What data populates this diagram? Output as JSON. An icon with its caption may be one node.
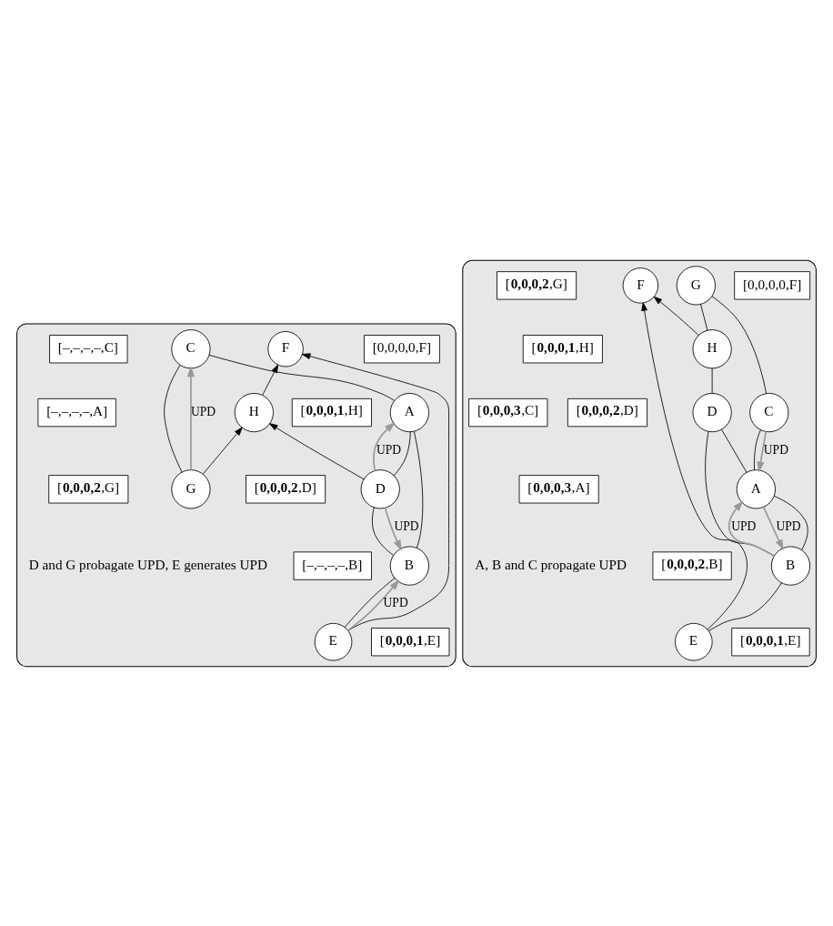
{
  "diagram": {
    "nodes": [
      {
        "text": [],
        "shape": "cloud"
      },
      {
        "text": [
          "[0,0,0,0,F]"
        ],
        "in": 0
      },
      {
        "text": [
          "F"
        ],
        "in": 0
      },
      {
        "text": [
          "[**0,0,0,1**,E]"
        ],
        "in": 0
      },
      {
        "text": [
          "E"
        ],
        "in": 0
      },
      {
        "text": [
          "[**0,0,0,2**,D]"
        ],
        "in": 0
      },
      {
        "text": [
          "H"
        ],
        "in": 0
      },
      {
        "text": [
          "[**0,0,0,1**,H]"
        ],
        "in": 0
      },
      {
        "text": [
          "[–,–,–,–,B]"
        ],
        "in": 0
      },
      {
        "text": [
          "B"
        ],
        "in": 0
      },
      {
        "text": [
          "D"
        ],
        "in": 0
      },
      {
        "text": [
          "G"
        ],
        "in": 0
      },
      {
        "text": [
          "[**0,0,0,2**,G]"
        ],
        "in": 0
      },
      {
        "text": [
          "[–,–,–,–,A]"
        ],
        "in": 0
      },
      {
        "text": [
          "A"
        ],
        "in": 0
      },
      {
        "text": [
          "C"
        ],
        "in": 0
      },
      {
        "text": [
          "[–,–,–,–,C]"
        ],
        "in": 0
      },
      {
        "text": [],
        "shape": "cloud"
      },
      {
        "text": [
          "F"
        ],
        "in": 17
      },
      {
        "text": [
          "[0,0,0,0,F]"
        ],
        "in": 17
      },
      {
        "text": [
          "[**0,0,0,1**,E]"
        ],
        "in": 17
      },
      {
        "text": [
          "E"
        ],
        "in": 17
      },
      {
        "text": [
          "[**0,0,0,2**,D]"
        ],
        "in": 17
      },
      {
        "text": [
          "H"
        ],
        "in": 17
      },
      {
        "text": [
          "[**0,0,0,1**,H]"
        ],
        "in": 17
      },
      {
        "text": [
          "[**0,0,0,2**,B]"
        ],
        "in": 17
      },
      {
        "text": [
          "B"
        ],
        "in": 17
      },
      {
        "text": [
          "D"
        ],
        "in": 17
      },
      {
        "text": [
          "G"
        ],
        "in": 17
      },
      {
        "text": [
          "[**0,0,0,2**,G]"
        ],
        "in": 17
      },
      {
        "text": [
          "[**0,0,0,3**,A]"
        ],
        "in": 17
      },
      {
        "text": [
          "A"
        ],
        "in": 17
      },
      {
        "text": [
          "C"
        ],
        "in": 17
      },
      {
        "text": [
          "[**0,0,0,3**,C]"
        ],
        "in": 17
      }
    ],
    "edges": [
      {
        "from": 4,
        "to": 2,
        "arrow": "to"
      },
      {
        "from": 6,
        "to": 2,
        "arrow": "to"
      },
      {
        "from": 10,
        "to": 6,
        "arrow": "to"
      },
      {
        "from": 11,
        "to": 6,
        "arrow": "to"
      },
      {
        "from": 4,
        "to": 9,
        "arrow": "none"
      },
      {
        "from": 9,
        "to": 10,
        "arrow": "none"
      },
      {
        "from": 9,
        "to": 14,
        "arrow": "none"
      },
      {
        "from": 10,
        "to": 14,
        "arrow": "none"
      },
      {
        "from": 14,
        "to": 15,
        "arrow": "none"
      },
      {
        "from": 15,
        "to": 11,
        "arrow": "none"
      },
      {
        "from": 4,
        "to": 9,
        "arrow": "to",
        "label": "UPD",
        "color": "#999999"
      },
      {
        "from": 10,
        "to": 9,
        "arrow": "to",
        "label": "UPD",
        "color": "#999999"
      },
      {
        "from": 10,
        "to": 14,
        "arrow": "to",
        "label": "UPD",
        "color": "#999999"
      },
      {
        "from": 11,
        "to": 15,
        "arrow": "to",
        "label": "UPD",
        "color": "#999999"
      },
      {
        "from": 21,
        "to": 18,
        "arrow": "to"
      },
      {
        "from": 23,
        "to": 18,
        "arrow": "to"
      },
      {
        "from": 21,
        "to": 26,
        "arrow": "none"
      },
      {
        "from": 26,
        "to": 27,
        "arrow": "none"
      },
      {
        "from": 27,
        "to": 23,
        "arrow": "none"
      },
      {
        "from": 23,
        "to": 28,
        "arrow": "none"
      },
      {
        "from": 26,
        "to": 31,
        "arrow": "none"
      },
      {
        "from": 31,
        "to": 27,
        "arrow": "none"
      },
      {
        "from": 31,
        "to": 32,
        "arrow": "none"
      },
      {
        "from": 32,
        "to": 28,
        "arrow": "none"
      },
      {
        "from": 26,
        "to": 31,
        "arrow": "to",
        "label": "UPD",
        "color": "#999999"
      },
      {
        "from": 31,
        "to": 26,
        "arrow": "to",
        "label": "UPD",
        "color": "#999999"
      },
      {
        "from": 32,
        "to": 31,
        "arrow": "to",
        "label": "UPD",
        "color": "#999999"
      }
    ],
    "labels": [
      "D and G probagate UPD, E generates UPD",
      "A, B and C propagate UPD"
    ]
  }
}
